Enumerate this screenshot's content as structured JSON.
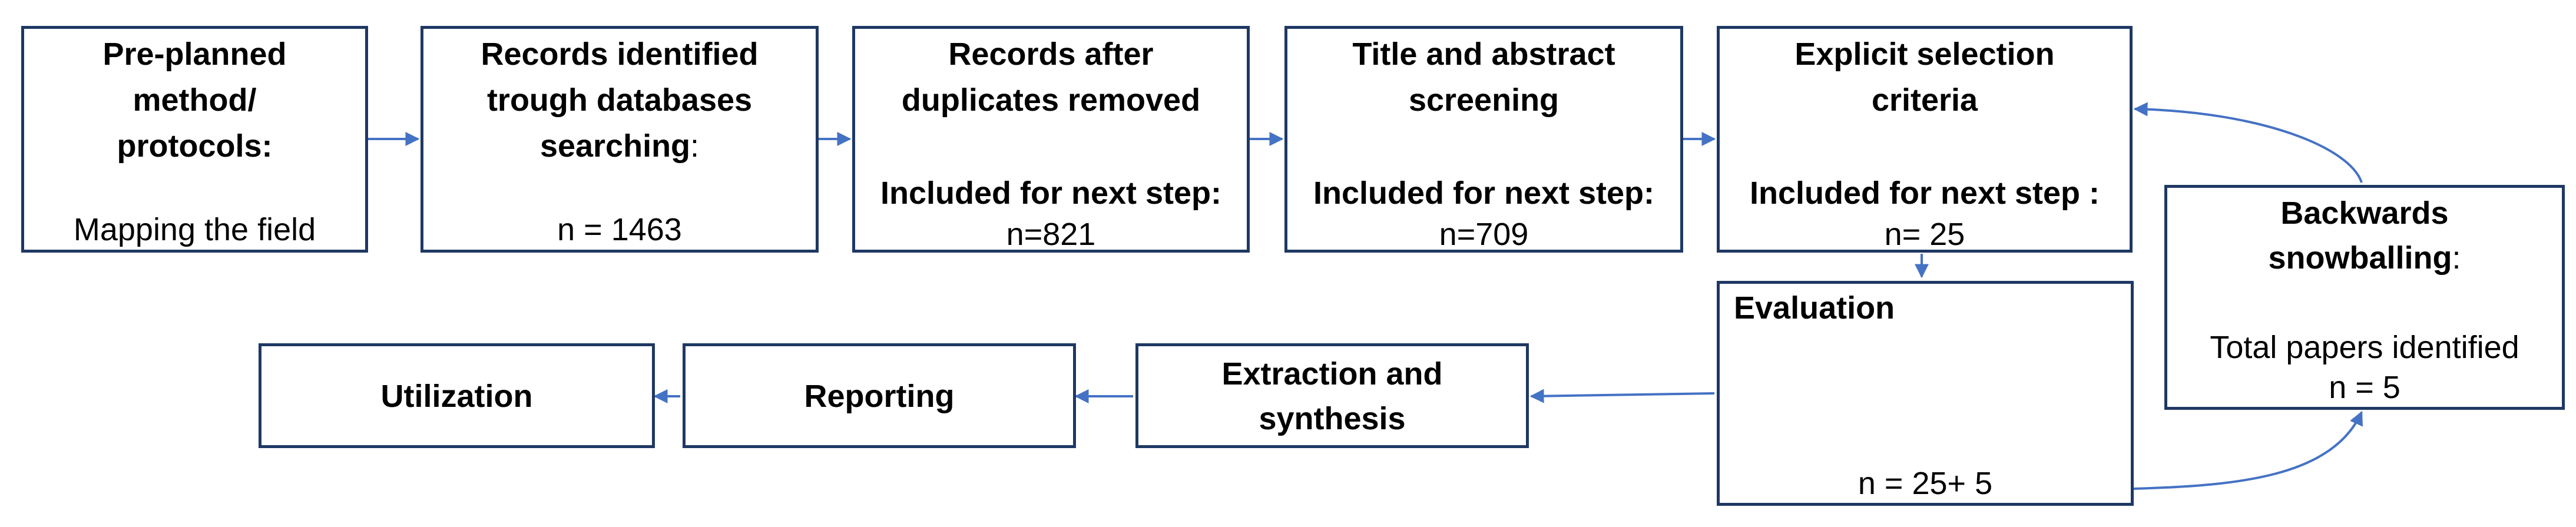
{
  "flow": {
    "preplanned": {
      "title_lines": [
        "Pre-planned",
        "method/",
        "protocols:"
      ],
      "detail": "Mapping the field"
    },
    "records_identified": {
      "title_lines": [
        "Records identified",
        "trough databases"
      ],
      "title_last_bold": "searching",
      "title_last_suffix": ":",
      "count": "n = 1463"
    },
    "duplicates_removed": {
      "title_lines": [
        "Records after",
        "duplicates removed"
      ],
      "included_label": "Included for next step:",
      "count": "n=821"
    },
    "title_abstract": {
      "title_lines": [
        "Title and abstract",
        "screening"
      ],
      "included_label": "Included for next step:",
      "count": "n=709"
    },
    "selection_criteria": {
      "title_lines": [
        "Explicit selection",
        "criteria"
      ],
      "included_label": "Included for next step :",
      "count": "n= 25"
    },
    "snowballing": {
      "title_lines": [
        "Backwards"
      ],
      "title_last_bold": "snowballing",
      "title_last_suffix": ":",
      "detail": "Total papers identified",
      "count": "n = 5"
    },
    "evaluation": {
      "title": "Evaluation",
      "count": "n = 25+ 5"
    },
    "extraction": {
      "title_lines": [
        "Extraction and",
        "synthesis"
      ]
    },
    "reporting": {
      "title": "Reporting"
    },
    "utilization": {
      "title": "Utilization"
    }
  },
  "colors": {
    "box_border": "#1f3864",
    "arrow": "#4472c4",
    "text": "#000000"
  }
}
